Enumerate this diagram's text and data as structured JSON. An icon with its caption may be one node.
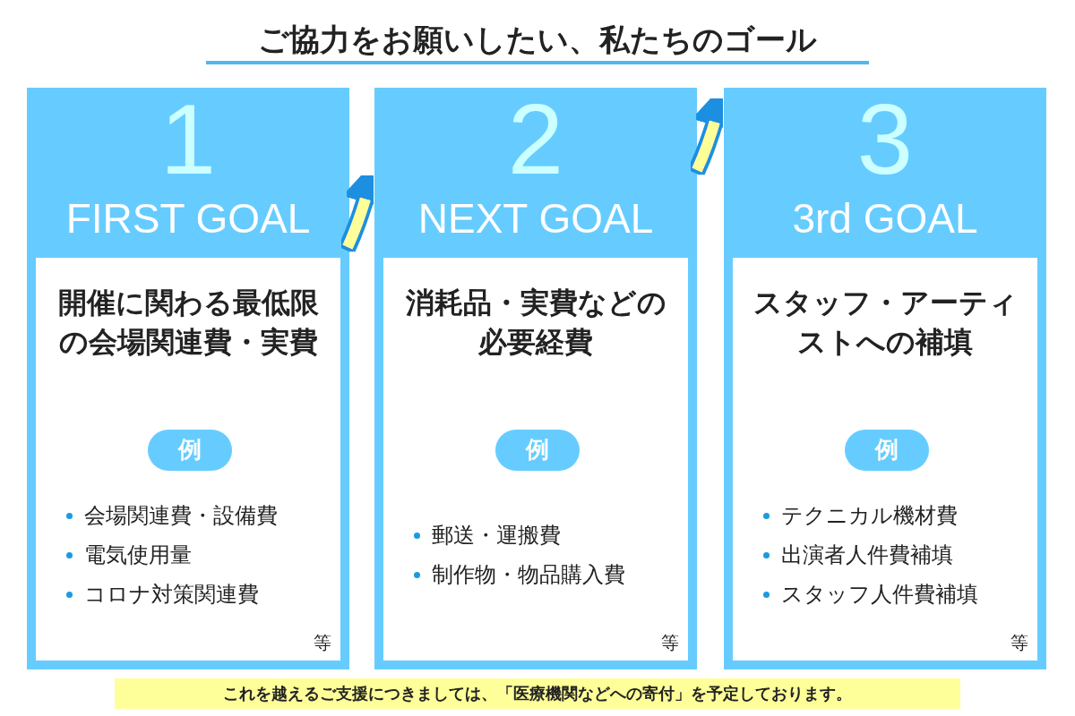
{
  "diagram": {
    "title": "ご協力をお願いしたい、私たちのゴール",
    "nodes": [
      {
        "text": [
          "1",
          "FIRST GOAL"
        ]
      },
      {
        "text": [
          "開催に関わる最低限の会場関連費・実費",
          "会場関連費・設備費",
          "電気使用量",
          "コロナ対策関連費",
          "等"
        ],
        "in": 0
      },
      {
        "text": [
          "例"
        ],
        "in": 1
      },
      {
        "text": [
          "2",
          "NEXT GOAL"
        ]
      },
      {
        "text": [
          "消耗品・実費などの必要経費",
          "郵送・運搬費",
          "制作物・物品購入費",
          "等"
        ],
        "in": 3
      },
      {
        "text": [
          "例"
        ],
        "in": 4
      },
      {
        "text": [
          "3",
          "3rd GOAL"
        ]
      },
      {
        "text": [
          "スタッフ・アーティストへの補填",
          "テクニカル機材費",
          "出演者人件費補填",
          "スタッフ人件費補填",
          "等"
        ],
        "in": 6
      },
      {
        "text": [
          "例"
        ],
        "in": 7
      }
    ],
    "edges": [
      {
        "from": 0,
        "to": 3,
        "arrow": "to"
      },
      {
        "from": 3,
        "to": 6,
        "arrow": "to"
      }
    ],
    "labels": [
      "これを越えるご支援につきましては、「医療機関などへの寄付」を予定しております。"
    ]
  }
}
